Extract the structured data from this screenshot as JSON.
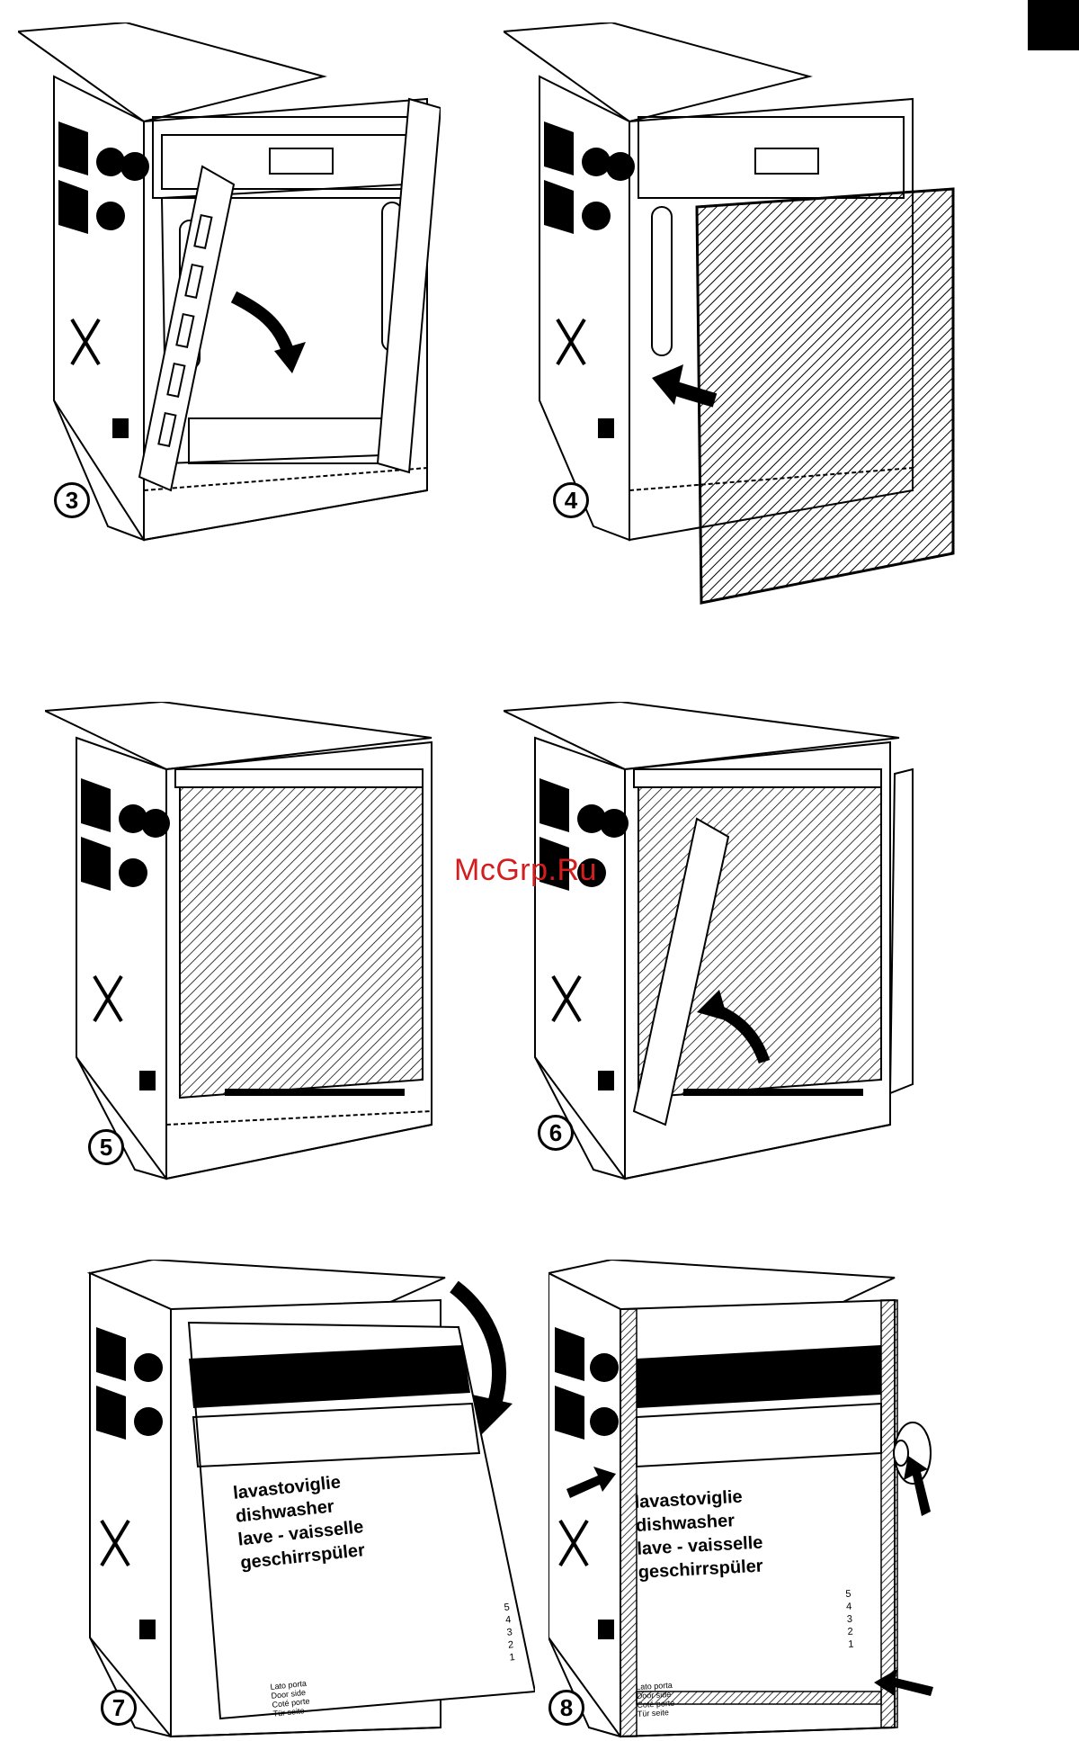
{
  "page": {
    "tab_marker_color": "#000000",
    "watermark": "McGrp.Ru",
    "watermark_color": "#d21e1e"
  },
  "steps": [
    {
      "number": "3",
      "caption": "③"
    },
    {
      "number": "4",
      "caption": "④"
    },
    {
      "number": "5",
      "caption": "⑤"
    },
    {
      "number": "6",
      "caption": "⑥"
    },
    {
      "number": "7",
      "caption": "⑦"
    },
    {
      "number": "8",
      "caption": "⑧"
    }
  ],
  "carton_label": {
    "lines": [
      "lavastoviglie",
      "dishwasher",
      "lave - vaisselle",
      "geschirrspüler"
    ],
    "door_side": [
      "Lato porta",
      "Door side",
      "Coté porte",
      "Tür seite"
    ],
    "stack_numbers": [
      "5",
      "4",
      "3",
      "2",
      "1"
    ]
  },
  "icons": [
    "umbrella-icon",
    "wine-glass-icon",
    "scissors-icon",
    "forklift-icon",
    "arrow-icon",
    "tape-roll-icon"
  ]
}
